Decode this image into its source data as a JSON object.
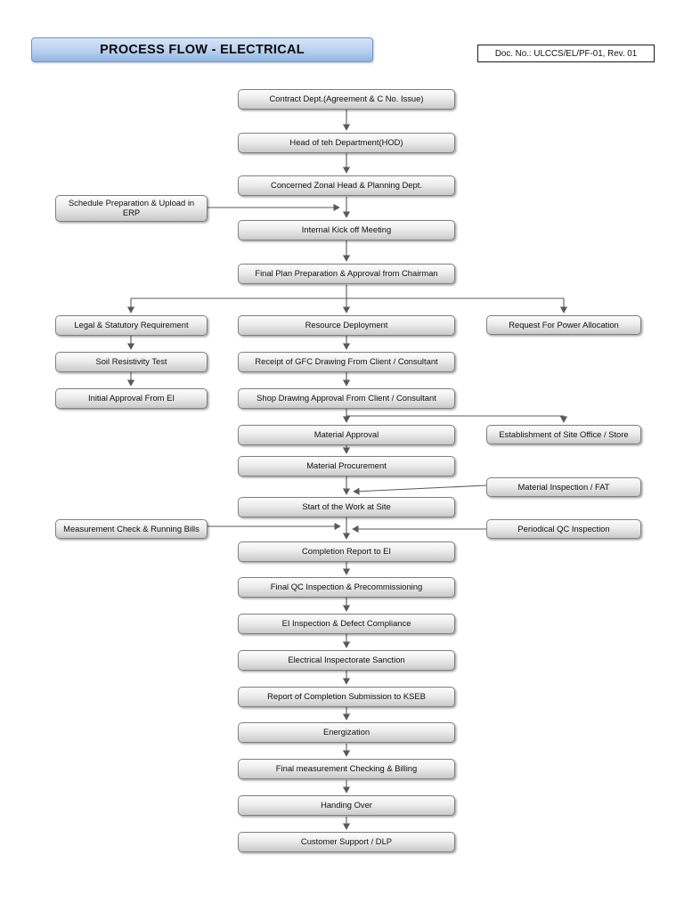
{
  "page": {
    "title": "PROCESS FLOW - ELECTRICAL",
    "doc_no": "Doc. No.: ULCCS/EL/PF-01, Rev. 01"
  },
  "nodes": {
    "contract": "Contract Dept.(Agreement & C No. Issue)",
    "hod": "Head of teh Department(HOD)",
    "zonal": "Concerned Zonal Head & Planning Dept.",
    "schedule_erp": "Schedule Preparation & Upload in ERP",
    "kickoff": "Internal Kick off Meeting",
    "final_plan": "Final Plan Preparation & Approval from Chairman",
    "legal": "Legal & Statutory Requirement",
    "soil": "Soil Resistivity Test",
    "initial_ei": "Initial Approval From EI",
    "resource": "Resource Deployment",
    "gfc": "Receipt of GFC Drawing From Client / Consultant",
    "shop_drawing": "Shop Drawing Approval From Client / Consultant",
    "power": "Request For Power Allocation",
    "material_approval": "Material Approval",
    "site_office": "Establishment of Site Office / Store",
    "material_procurement": "Material Procurement",
    "fat": "Material Inspection / FAT",
    "start_work": "Start of the Work at Site",
    "measurement": "Measurement Check & Running Bills",
    "periodical": "Periodical QC Inspection",
    "completion_report": "Completion Report to EI",
    "final_qc": "Final QC Inspection & Precommissioning",
    "ei_inspection": "EI Inspection & Defect Compliance",
    "sanction": "Electrical Inspectorate Sanction",
    "kseb": "Report of Completion  Submission to KSEB",
    "energization": "Energization",
    "final_measurement": "Final measurement Checking & Billing",
    "handing_over": "Handing Over",
    "customer_support": "Customer Support / DLP"
  },
  "colors": {
    "title_top": "#d6e4f7",
    "title_mid": "#b9cfee",
    "title_bottom": "#8eb4e2",
    "title_border": "#6a96c8",
    "node_mid": "#ececec",
    "node_bottom": "#c9c9c9",
    "node_border": "#7f7f7f",
    "connector": "#595959"
  }
}
